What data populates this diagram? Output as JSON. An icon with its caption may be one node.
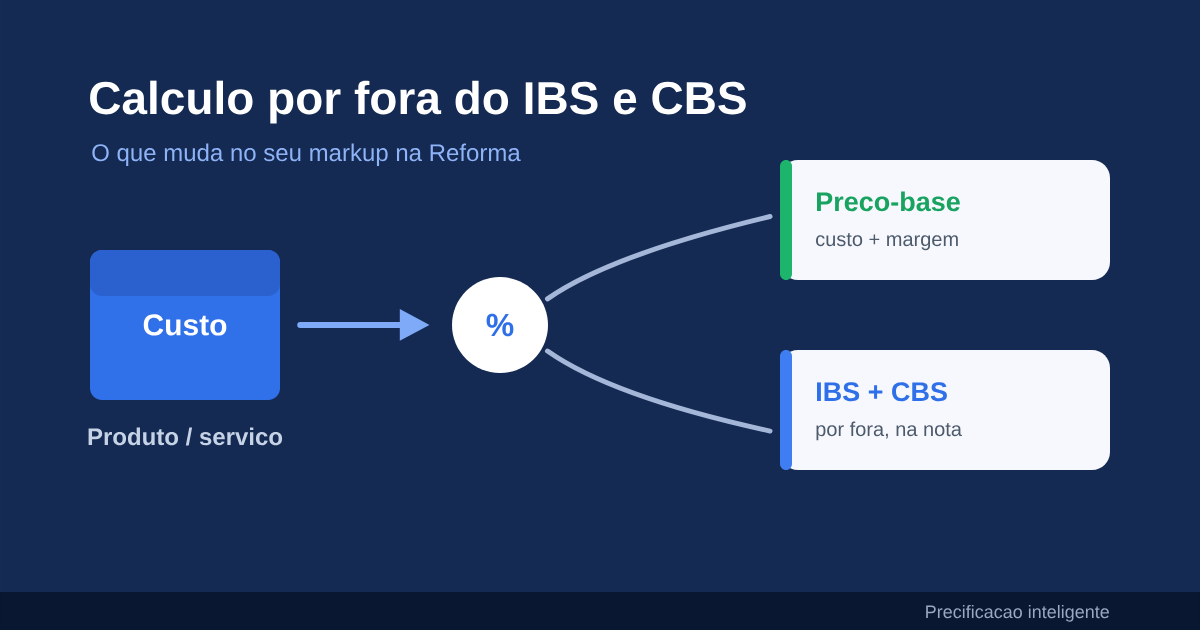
{
  "diagram": {
    "title": "Calculo por fora do IBS e CBS",
    "nodes": [
      {
        "text": [
          "Custo"
        ],
        "beside": [
          "Produto / servico"
        ]
      },
      {
        "text": [
          "%"
        ]
      },
      {
        "text": [
          "Preco-base",
          "custo + margem"
        ]
      },
      {
        "text": [
          "IBS + CBS",
          "por fora, na nota"
        ]
      }
    ],
    "edges": [
      {
        "from": 0,
        "to": 1,
        "arrow": "to",
        "color": "#7eaaf8"
      },
      {
        "from": 1,
        "to": 2,
        "arrow": "none"
      },
      {
        "from": 1,
        "to": 3,
        "arrow": "none"
      }
    ],
    "labels": [
      "O que muda no seu markup na Reforma",
      "Precificacao inteligente"
    ]
  }
}
